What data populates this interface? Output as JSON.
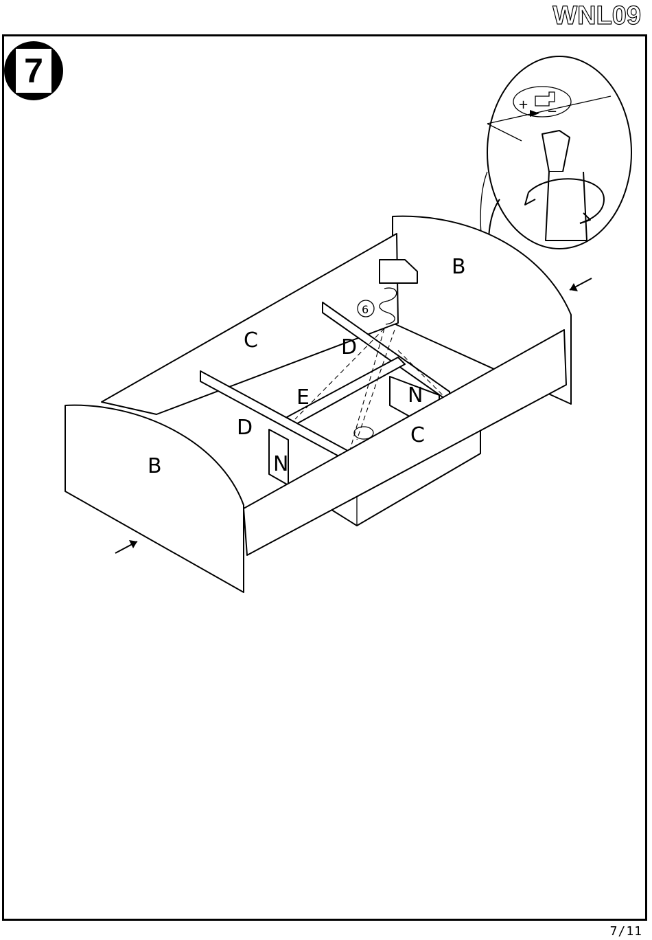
{
  "document": {
    "model_code": "WNL09",
    "step_number": "7",
    "page_number": "7/11"
  },
  "parts": {
    "headboard_left": "B",
    "headboard_right": "B",
    "side_rail_back": "C",
    "side_rail_front": "C",
    "cross_rail_back": "D",
    "cross_rail_front": "D",
    "center_beam": "E",
    "leg_front": "N",
    "leg_back": "N",
    "fitting_count": "6"
  },
  "screwdriver_inset": {
    "plus_sign": "+",
    "minus_sign": "−"
  }
}
